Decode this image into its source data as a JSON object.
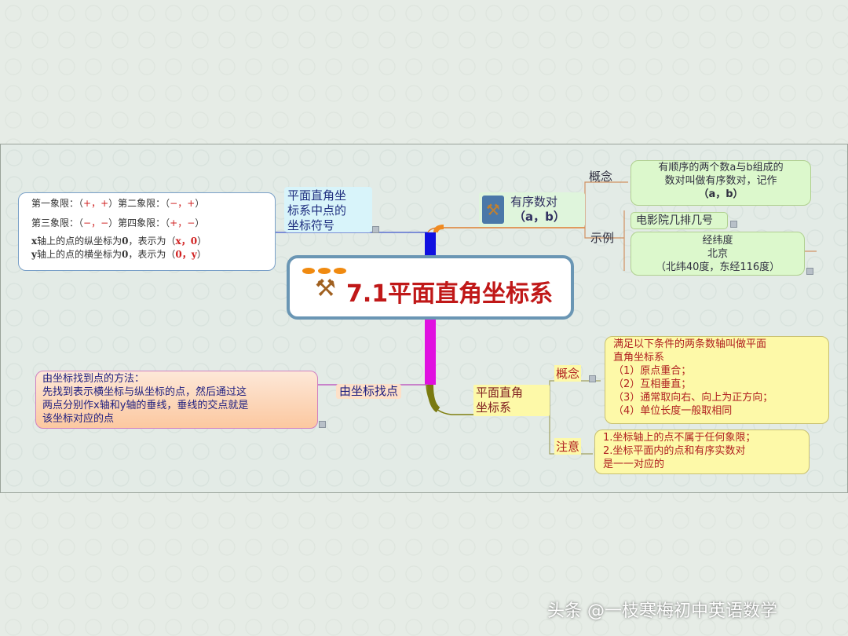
{
  "central": {
    "title": "7.1平面直角坐标系",
    "icon": "tools-icon"
  },
  "left_top": {
    "label": [
      "平面直角坐",
      "标系中点的",
      "坐标符号"
    ],
    "rows": [
      [
        "第一象限：（",
        "+，+",
        "）第二象限：（",
        "−，+",
        "）"
      ],
      [
        "第三象限：（",
        "−，−",
        "）第四象限：（",
        "+，−",
        "）"
      ],
      [
        "x",
        "轴上的点的纵坐标为",
        "0",
        "，表示为（",
        "x，0",
        "）"
      ],
      [
        "y",
        "轴上的点的横坐标为",
        "0",
        "，表示为（",
        "0，y",
        "）"
      ]
    ]
  },
  "left_bottom": {
    "label": "由坐标找点",
    "lines": [
      "由坐标找到点的方法：",
      "先找到表示横坐标与纵坐标的点，然后通过这",
      "两点分别作x轴和y轴的垂线，垂线的交点就是",
      "该坐标对应的点"
    ]
  },
  "right_top": {
    "label": [
      "有序数对",
      "（a，b）"
    ],
    "concept_label": "概念",
    "concept": [
      "有顺序的两个数a与b组成的",
      "数对叫做有序数对，记作",
      "（a，b）"
    ],
    "example_label": "示例",
    "example1": "电影院几排几号",
    "example2": [
      "经纬度",
      "北京",
      "（北纬40度，东经116度）"
    ]
  },
  "right_bottom": {
    "label": [
      "平面直角",
      "坐标系"
    ],
    "concept_label": "概念",
    "concept": [
      "满足以下条件的两条数轴叫做平面",
      "直角坐标系",
      "（1）原点重合；",
      "（2）互相垂直；",
      "（3）通常取向右、向上为正方向；",
      "（4）单位长度一般取相同"
    ],
    "note_label": "注意",
    "note": [
      "1.坐标轴上的点不属于任何象限；",
      "2.坐标平面内的点和有序实数对",
      "是一一对应的"
    ]
  },
  "watermark": "头条 @一枝寒梅初中英语数学"
}
